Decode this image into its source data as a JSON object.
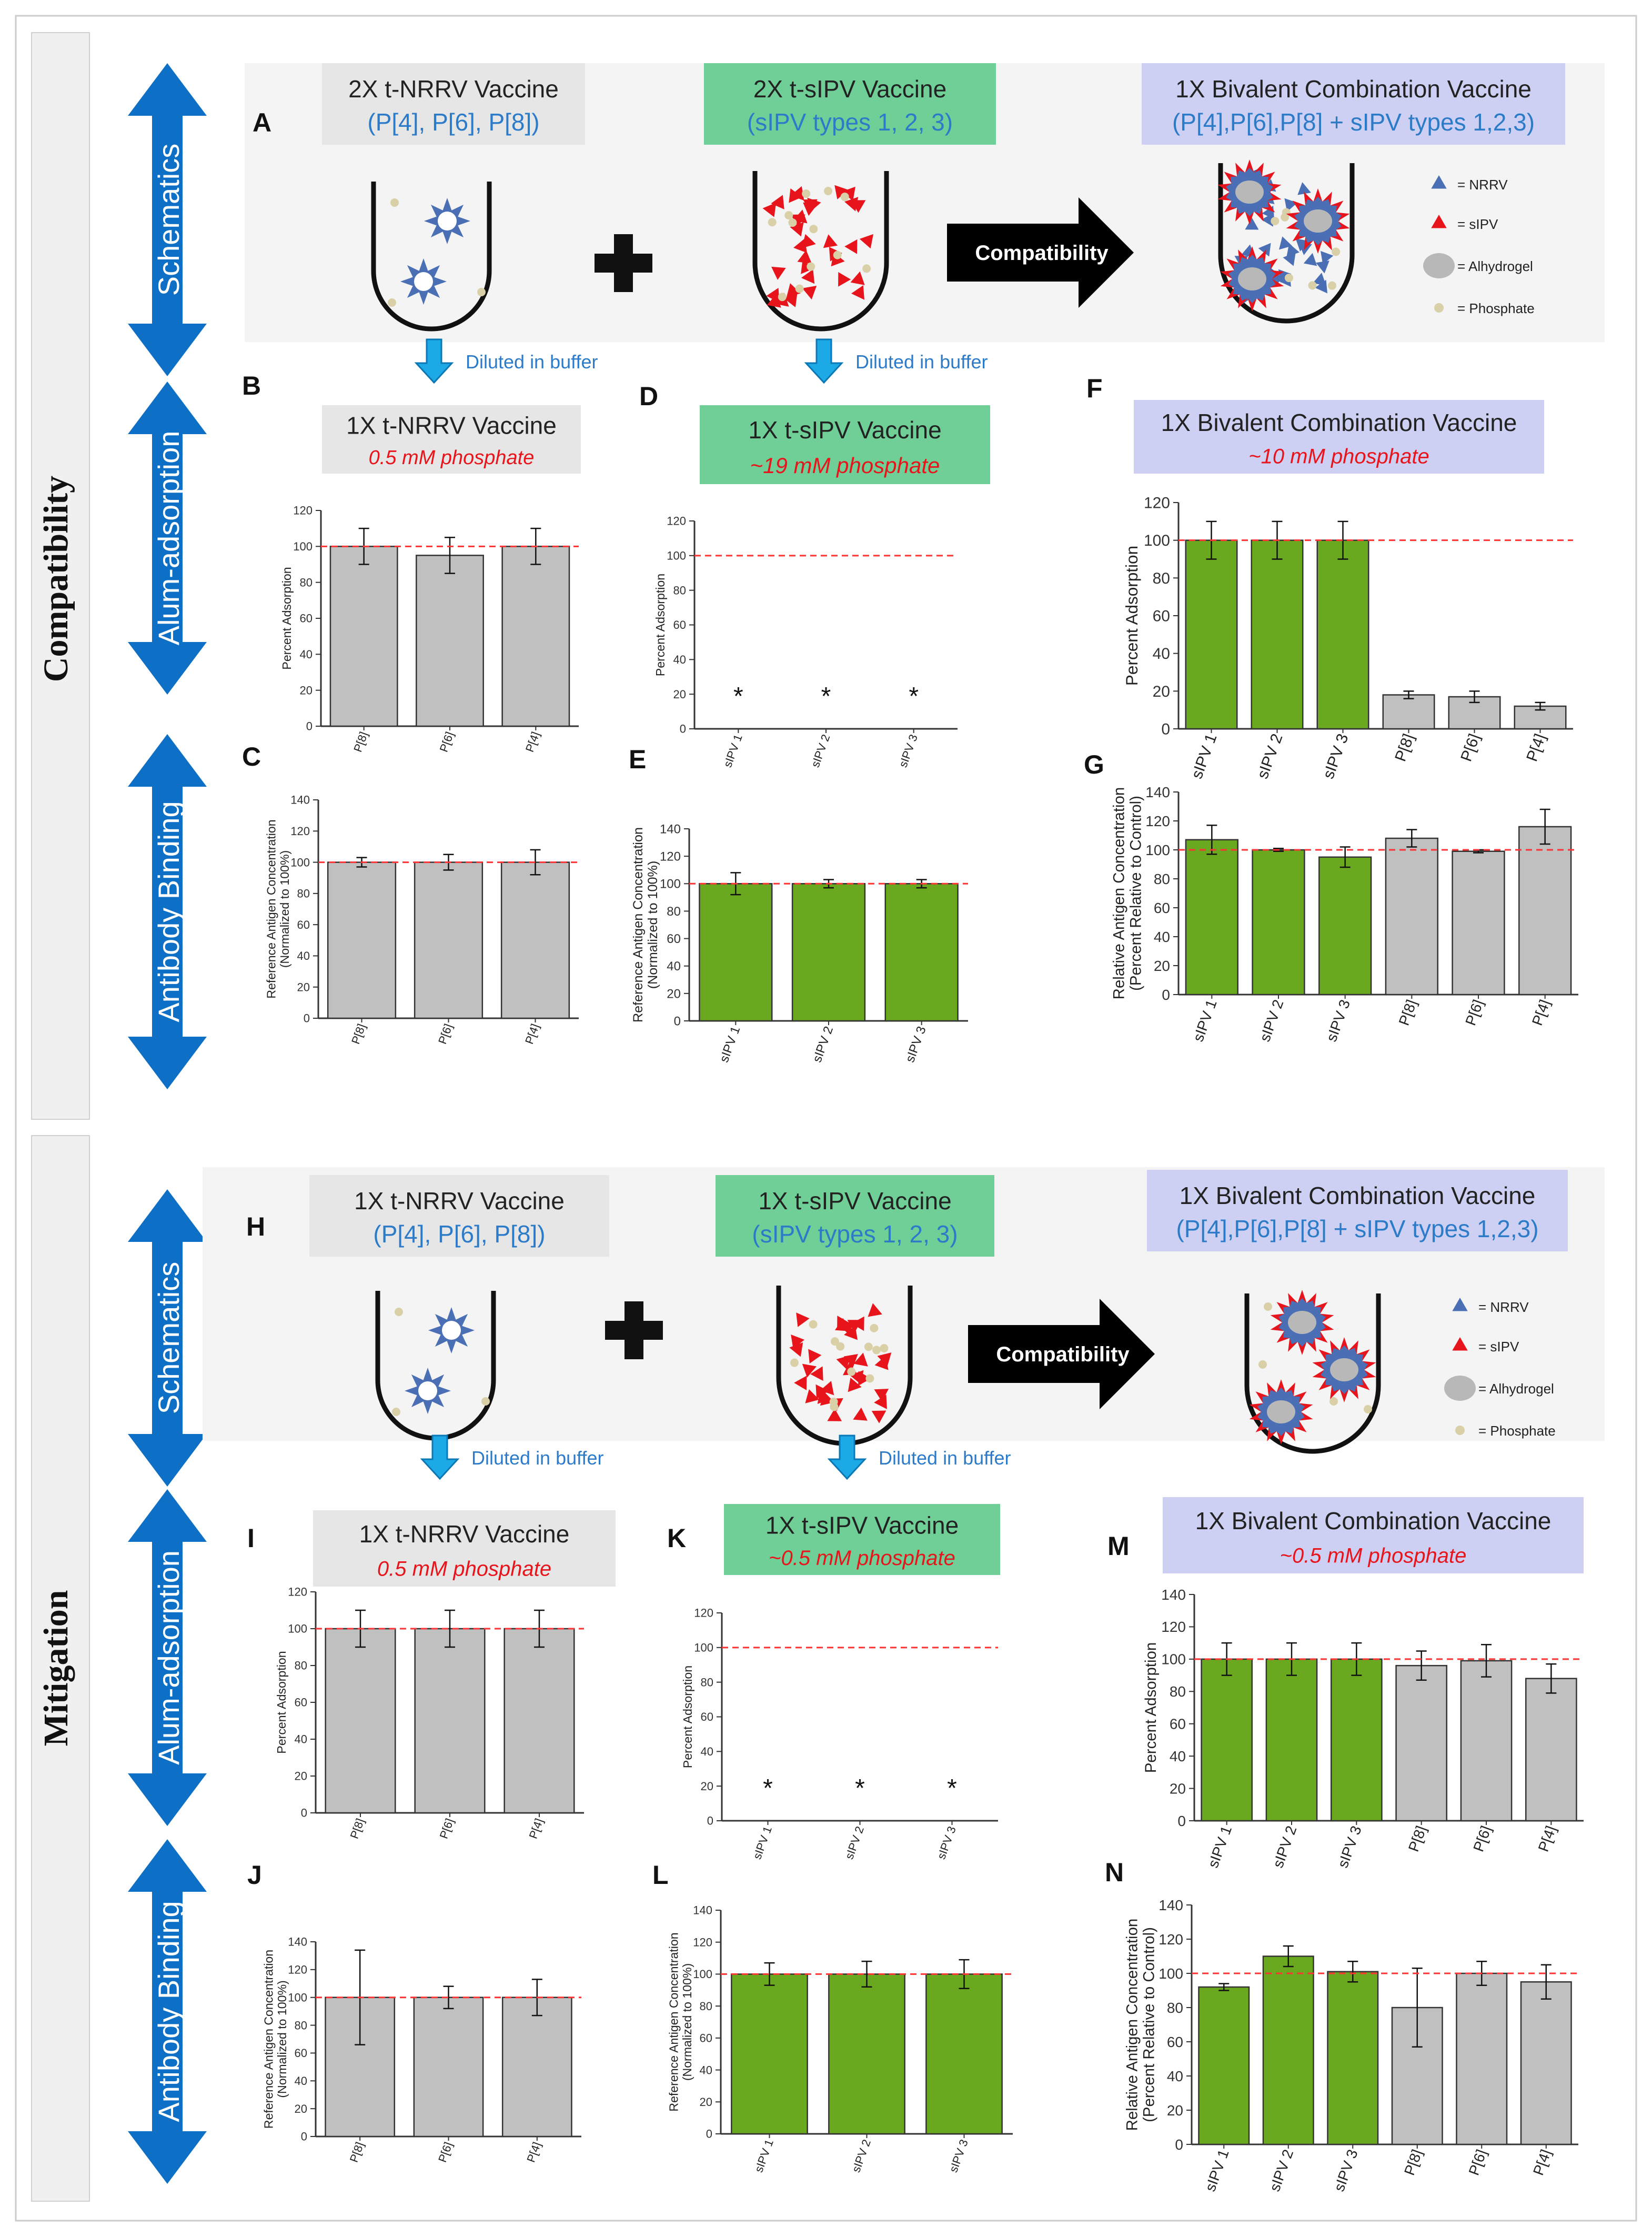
{
  "sections": [
    {
      "title": "Compatibility"
    },
    {
      "title": "Mitigation"
    }
  ],
  "side_arrows": {
    "schematics": "Schematics",
    "adsorption": "Alum-adsorption",
    "binding": "Antibody Binding"
  },
  "schematics": [
    {
      "panel_letter": "A",
      "boxes": [
        {
          "line1": "2X t-NRRV Vaccine",
          "line2": "(P[4], P[6], P[8])",
          "bg": "#e6e6e6"
        },
        {
          "line1": "2X t-sIPV Vaccine",
          "line2": "(sIPV types 1, 2, 3)",
          "bg": "#6fcf97"
        },
        {
          "line1": "1X Bivalent Combination Vaccine",
          "line2": "(P[4],P[6],P[8]  + sIPV types 1,2,3)",
          "bg": "#cdd0f2"
        }
      ],
      "compat_label": "Compatibility",
      "diluted": [
        "Diluted in buffer",
        "Diluted in buffer"
      ]
    },
    {
      "panel_letter": "H",
      "boxes": [
        {
          "line1": "1X t-NRRV Vaccine",
          "line2": "(P[4], P[6], P[8])",
          "bg": "#e6e6e6"
        },
        {
          "line1": "1X t-sIPV Vaccine",
          "line2": "(sIPV types 1, 2, 3)",
          "bg": "#6fcf97"
        },
        {
          "line1": "1X Bivalent Combination Vaccine",
          "line2": "(P[4],P[6],P[8]  + sIPV types 1,2,3)",
          "bg": "#cdd0f2"
        }
      ],
      "compat_label": "Compatibility",
      "diluted": [
        "Diluted in buffer",
        "Diluted in buffer"
      ]
    }
  ],
  "legend": {
    "nrrv": "= NRRV",
    "sipv": "= sIPV",
    "alhydrogel": "= Alhydrogel",
    "phosphate": "= Phosphate"
  },
  "colors": {
    "nrrv": "#4a6fb5",
    "sipv": "#e8141b",
    "alhydrogel": "#b8b8b8",
    "phosphate": "#d9d0a8",
    "green_bar": "#6aa91f",
    "gray_bar": "#c0c0c0",
    "arrow_blue": "#0d6fc5",
    "ref_line": "#ff3333"
  },
  "chart_data": [
    {
      "panel": "B",
      "type": "bar",
      "box_line1": "1X t-NRRV Vaccine",
      "box_line2": "0.5 mM phosphate",
      "box_bg": "#e6e6e6",
      "ylabel": "Percent Adsorption",
      "ylim": [
        0,
        120
      ],
      "yticks": [
        0,
        20,
        40,
        60,
        80,
        100,
        120
      ],
      "ref": 100,
      "categories": [
        "P[8]",
        "P[6]",
        "P[4]"
      ],
      "values": [
        100,
        95,
        100
      ],
      "errors": [
        10,
        10,
        10
      ],
      "colors": [
        "gray",
        "gray",
        "gray"
      ],
      "stars": []
    },
    {
      "panel": "D",
      "type": "bar",
      "box_line1": "1X t-sIPV Vaccine",
      "box_line2": "~19 mM phosphate",
      "box_bg": "#6fcf97",
      "ylabel": "Percent Adsorption",
      "ylim": [
        0,
        120
      ],
      "yticks": [
        0,
        20,
        40,
        60,
        80,
        100,
        120
      ],
      "ref": 100,
      "categories": [
        "sIPV 1",
        "sIPV 2",
        "sIPV 3"
      ],
      "values": [
        0,
        0,
        0
      ],
      "errors": [
        0,
        0,
        0
      ],
      "colors": [
        "green",
        "green",
        "green"
      ],
      "stars": [
        "*",
        "*",
        "*"
      ]
    },
    {
      "panel": "F",
      "type": "bar",
      "box_line1": "1X Bivalent Combination Vaccine",
      "box_line2": "~10 mM phosphate",
      "box_bg": "#cdd0f2",
      "ylabel": "Percent Adsorption",
      "ylim": [
        0,
        120
      ],
      "yticks": [
        0,
        20,
        40,
        60,
        80,
        100,
        120
      ],
      "ref": 100,
      "categories": [
        "sIPV 1",
        "sIPV 2",
        "sIPV 3",
        "P[8]",
        "P[6]",
        "P[4]"
      ],
      "values": [
        100,
        100,
        100,
        18,
        17,
        12
      ],
      "errors": [
        10,
        10,
        10,
        2,
        3,
        2
      ],
      "colors": [
        "green",
        "green",
        "green",
        "gray",
        "gray",
        "gray"
      ],
      "stars": []
    },
    {
      "panel": "C",
      "type": "bar",
      "box_line1": "",
      "box_line2": "",
      "box_bg": "",
      "ylabel": "Reference Antigen Concentration",
      "ylabel2": "(Normalized to 100%)",
      "ylim": [
        0,
        140
      ],
      "yticks": [
        0,
        20,
        40,
        60,
        80,
        100,
        120,
        140
      ],
      "ref": 100,
      "categories": [
        "P[8]",
        "P[6]",
        "P[4]"
      ],
      "values": [
        100,
        100,
        100
      ],
      "errors": [
        3,
        5,
        8
      ],
      "colors": [
        "gray",
        "gray",
        "gray"
      ],
      "stars": []
    },
    {
      "panel": "E",
      "type": "bar",
      "box_line1": "",
      "box_line2": "",
      "box_bg": "",
      "ylabel": "Reference Antigen Concentration",
      "ylabel2": "(Normalized to 100%)",
      "ylim": [
        0,
        140
      ],
      "yticks": [
        0,
        20,
        40,
        60,
        80,
        100,
        120,
        140
      ],
      "ref": 100,
      "categories": [
        "sIPV 1",
        "sIPV 2",
        "sIPV 3"
      ],
      "values": [
        100,
        100,
        100
      ],
      "errors": [
        8,
        3,
        3
      ],
      "colors": [
        "green",
        "green",
        "green"
      ],
      "stars": []
    },
    {
      "panel": "G",
      "type": "bar",
      "box_line1": "",
      "box_line2": "",
      "box_bg": "",
      "ylabel": "Relative Antigen Concentration",
      "ylabel2": "(Percent Relative to Control)",
      "ylim": [
        0,
        140
      ],
      "yticks": [
        0,
        20,
        40,
        60,
        80,
        100,
        120,
        140
      ],
      "ref": 100,
      "categories": [
        "sIPV 1",
        "sIPV 2",
        "sIPV 3",
        "P[8]",
        "P[6]",
        "P[4]"
      ],
      "values": [
        107,
        100,
        95,
        108,
        99,
        116
      ],
      "errors": [
        10,
        1,
        7,
        6,
        1,
        12
      ],
      "colors": [
        "green",
        "green",
        "green",
        "gray",
        "gray",
        "gray"
      ],
      "stars": []
    },
    {
      "panel": "I",
      "type": "bar",
      "box_line1": "1X t-NRRV Vaccine",
      "box_line2": "0.5 mM phosphate",
      "box_bg": "#e6e6e6",
      "ylabel": "Percent Adsorption",
      "ylim": [
        0,
        120
      ],
      "yticks": [
        0,
        20,
        40,
        60,
        80,
        100,
        120
      ],
      "ref": 100,
      "categories": [
        "P[8]",
        "P[6]",
        "P[4]"
      ],
      "values": [
        100,
        100,
        100
      ],
      "errors": [
        10,
        10,
        10
      ],
      "colors": [
        "gray",
        "gray",
        "gray"
      ],
      "stars": []
    },
    {
      "panel": "K",
      "type": "bar",
      "box_line1": "1X t-sIPV Vaccine",
      "box_line2": "~0.5 mM phosphate",
      "box_bg": "#6fcf97",
      "ylabel": "Percent Adsorption",
      "ylim": [
        0,
        120
      ],
      "yticks": [
        0,
        20,
        40,
        60,
        80,
        100,
        120
      ],
      "ref": 100,
      "categories": [
        "sIPV 1",
        "sIPV 2",
        "sIPV 3"
      ],
      "values": [
        0,
        0,
        0
      ],
      "errors": [
        0,
        0,
        0
      ],
      "colors": [
        "green",
        "green",
        "green"
      ],
      "stars": [
        "*",
        "*",
        "*"
      ]
    },
    {
      "panel": "M",
      "type": "bar",
      "box_line1": "1X Bivalent Combination Vaccine",
      "box_line2": "~0.5 mM phosphate",
      "box_bg": "#cdd0f2",
      "ylabel": "Percent Adsorption",
      "ylim": [
        0,
        140
      ],
      "yticks": [
        0,
        20,
        40,
        60,
        80,
        100,
        120,
        140
      ],
      "ref": 100,
      "categories": [
        "sIPV 1",
        "sIPV 2",
        "sIPV 3",
        "P[8]",
        "P[6]",
        "P[4]"
      ],
      "values": [
        100,
        100,
        100,
        96,
        99,
        88
      ],
      "errors": [
        10,
        10,
        10,
        9,
        10,
        9
      ],
      "colors": [
        "green",
        "green",
        "green",
        "gray",
        "gray",
        "gray"
      ],
      "stars": []
    },
    {
      "panel": "J",
      "type": "bar",
      "box_line1": "",
      "box_line2": "",
      "box_bg": "",
      "ylabel": "Reference Antigen Concentration",
      "ylabel2": "(Normalized to 100%)",
      "ylim": [
        0,
        140
      ],
      "yticks": [
        0,
        20,
        40,
        60,
        80,
        100,
        120,
        140
      ],
      "ref": 100,
      "categories": [
        "P[8]",
        "P[6]",
        "P[4]"
      ],
      "values": [
        100,
        100,
        100
      ],
      "errors": [
        34,
        8,
        13
      ],
      "colors": [
        "gray",
        "gray",
        "gray"
      ],
      "stars": []
    },
    {
      "panel": "L",
      "type": "bar",
      "box_line1": "",
      "box_line2": "",
      "box_bg": "",
      "ylabel": "Reference Antigen Concentration",
      "ylabel2": "(Normalized to 100%)",
      "ylim": [
        0,
        140
      ],
      "yticks": [
        0,
        20,
        40,
        60,
        80,
        100,
        120,
        140
      ],
      "ref": 100,
      "categories": [
        "sIPV 1",
        "sIPV 2",
        "sIPV 3"
      ],
      "values": [
        100,
        100,
        100
      ],
      "errors": [
        7,
        8,
        9
      ],
      "colors": [
        "green",
        "green",
        "green"
      ],
      "stars": []
    },
    {
      "panel": "N",
      "type": "bar",
      "box_line1": "",
      "box_line2": "",
      "box_bg": "",
      "ylabel": "Relative Antigen Concentration",
      "ylabel2": "(Percent Relative to Control)",
      "ylim": [
        0,
        140
      ],
      "yticks": [
        0,
        20,
        40,
        60,
        80,
        100,
        120,
        140
      ],
      "ref": 100,
      "categories": [
        "sIPV 1",
        "sIPV 2",
        "sIPV 3",
        "P[8]",
        "P[6]",
        "P[4]"
      ],
      "values": [
        92,
        110,
        101,
        80,
        100,
        95
      ],
      "errors": [
        2,
        6,
        6,
        23,
        7,
        10
      ],
      "colors": [
        "green",
        "green",
        "green",
        "gray",
        "gray",
        "gray"
      ],
      "stars": []
    }
  ]
}
